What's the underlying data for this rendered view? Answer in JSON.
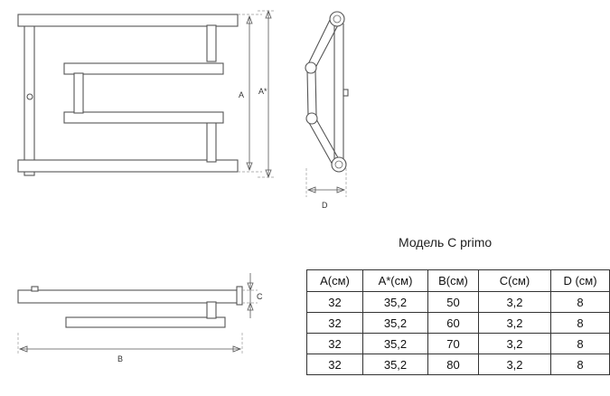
{
  "title": "Модель C primo",
  "dims": {
    "a": "A",
    "a_star": "A*",
    "b": "B",
    "c": "C",
    "d": "D"
  },
  "table": {
    "headers": [
      "A(см)",
      "A*(см)",
      "B(см)",
      "C(см)",
      "D (см)"
    ],
    "rows": [
      [
        "32",
        "35,2",
        "50",
        "3,2",
        "8"
      ],
      [
        "32",
        "35,2",
        "60",
        "3,2",
        "8"
      ],
      [
        "32",
        "35,2",
        "70",
        "3,2",
        "8"
      ],
      [
        "32",
        "35,2",
        "80",
        "3,2",
        "8"
      ]
    ]
  }
}
